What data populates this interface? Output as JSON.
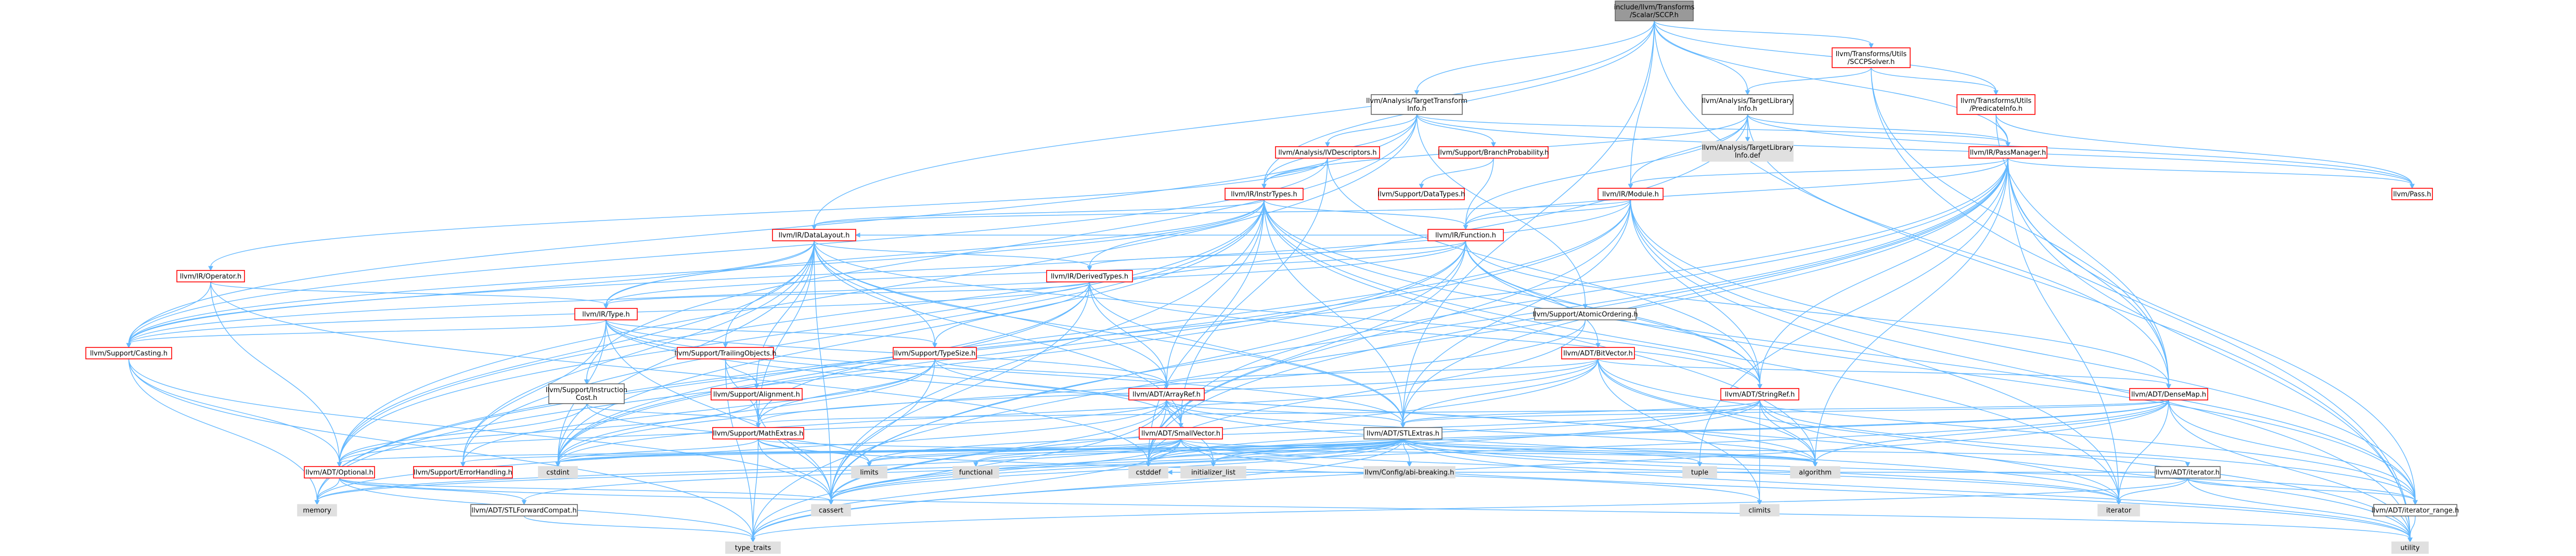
{
  "colors": {
    "root_fill": "#999999",
    "root_stroke": "#666666",
    "red_stroke": "#ff0000",
    "grey_stroke": "#666666",
    "normal_fill": "#ffffff",
    "system_fill": "#e0e0e0",
    "edge": "#63b8ff"
  },
  "nodes": {
    "root": {
      "lines": [
        "include/llvm/Transforms",
        "/Scalar/SCCP.h"
      ],
      "style": "root"
    },
    "sccpsolver": {
      "lines": [
        "llvm/Transforms/Utils",
        "/SCCPSolver.h"
      ],
      "style": "red"
    },
    "predicateinfo": {
      "lines": [
        "llvm/Transforms/Utils",
        "/PredicateInfo.h"
      ],
      "style": "red"
    },
    "tti": {
      "lines": [
        "llvm/Analysis/TargetTransform",
        "Info.h"
      ],
      "style": "grey"
    },
    "tli": {
      "lines": [
        "llvm/Analysis/TargetLibrary",
        "Info.h"
      ],
      "style": "grey"
    },
    "tlidef": {
      "lines": [
        "llvm/Analysis/TargetLibrary",
        "Info.def"
      ],
      "style": "system"
    },
    "ivdesc": {
      "lines": [
        "llvm/Analysis/IVDescriptors.h"
      ],
      "style": "red"
    },
    "branchprob": {
      "lines": [
        "llvm/Support/BranchProbability.h"
      ],
      "style": "red"
    },
    "passmanager": {
      "lines": [
        "llvm/IR/PassManager.h"
      ],
      "style": "red"
    },
    "pass": {
      "lines": [
        "llvm/Pass.h"
      ],
      "style": "red"
    },
    "instrtypes": {
      "lines": [
        "llvm/IR/InstrTypes.h"
      ],
      "style": "red"
    },
    "datatypes": {
      "lines": [
        "llvm/Support/DataTypes.h"
      ],
      "style": "red"
    },
    "module": {
      "lines": [
        "llvm/IR/Module.h"
      ],
      "style": "red"
    },
    "datalayout": {
      "lines": [
        "llvm/IR/DataLayout.h"
      ],
      "style": "red"
    },
    "function": {
      "lines": [
        "llvm/IR/Function.h"
      ],
      "style": "red"
    },
    "operator": {
      "lines": [
        "llvm/IR/Operator.h"
      ],
      "style": "red"
    },
    "derivedtypes": {
      "lines": [
        "llvm/IR/DerivedTypes.h"
      ],
      "style": "red"
    },
    "atomicordering": {
      "lines": [
        "llvm/Support/AtomicOrdering.h"
      ],
      "style": "grey"
    },
    "irtype": {
      "lines": [
        "llvm/IR/Type.h"
      ],
      "style": "red"
    },
    "casting": {
      "lines": [
        "llvm/Support/Casting.h"
      ],
      "style": "red"
    },
    "trailingobjects": {
      "lines": [
        "llvm/Support/TrailingObjects.h"
      ],
      "style": "red"
    },
    "typesize": {
      "lines": [
        "llvm/Support/TypeSize.h"
      ],
      "style": "red"
    },
    "bitvector": {
      "lines": [
        "llvm/ADT/BitVector.h"
      ],
      "style": "red"
    },
    "instrcost": {
      "lines": [
        "llvm/Support/Instruction",
        "Cost.h"
      ],
      "style": "grey"
    },
    "alignment": {
      "lines": [
        "llvm/Support/Alignment.h"
      ],
      "style": "red"
    },
    "arrayref": {
      "lines": [
        "llvm/ADT/ArrayRef.h"
      ],
      "style": "red"
    },
    "stringref": {
      "lines": [
        "llvm/ADT/StringRef.h"
      ],
      "style": "red"
    },
    "densemap": {
      "lines": [
        "llvm/ADT/DenseMap.h"
      ],
      "style": "red"
    },
    "smallvector": {
      "lines": [
        "llvm/ADT/SmallVector.h"
      ],
      "style": "red"
    },
    "stlextras": {
      "lines": [
        "llvm/ADT/STLExtras.h"
      ],
      "style": "grey"
    },
    "mathextras": {
      "lines": [
        "llvm/Support/MathExtras.h"
      ],
      "style": "red"
    },
    "optional": {
      "lines": [
        "llvm/ADT/Optional.h"
      ],
      "style": "red"
    },
    "errorhandling": {
      "lines": [
        "llvm/Support/ErrorHandling.h"
      ],
      "style": "red"
    },
    "iterator": {
      "lines": [
        "llvm/ADT/iterator.h"
      ],
      "style": "grey"
    },
    "iteratorrange": {
      "lines": [
        "llvm/ADT/iterator_range.h"
      ],
      "style": "grey"
    },
    "stlforward": {
      "lines": [
        "llvm/ADT/STLForwardCompat.h"
      ],
      "style": "grey"
    },
    "configabi": {
      "lines": [
        "llvm/Config/abi-breaking.h"
      ],
      "style": "system"
    },
    "cstdint": {
      "lines": [
        "cstdint"
      ],
      "style": "system"
    },
    "limits": {
      "lines": [
        "limits"
      ],
      "style": "system"
    },
    "functional": {
      "lines": [
        "functional"
      ],
      "style": "system"
    },
    "cstddef": {
      "lines": [
        "cstddef"
      ],
      "style": "system"
    },
    "initlist": {
      "lines": [
        "initializer_list"
      ],
      "style": "system"
    },
    "tuple": {
      "lines": [
        "tuple"
      ],
      "style": "system"
    },
    "algorithm": {
      "lines": [
        "algorithm"
      ],
      "style": "system"
    },
    "memory": {
      "lines": [
        "memory"
      ],
      "style": "system"
    },
    "cassert": {
      "lines": [
        "cassert"
      ],
      "style": "system"
    },
    "climits": {
      "lines": [
        "climits"
      ],
      "style": "system"
    },
    "iteratorsys": {
      "lines": [
        "iterator"
      ],
      "style": "system"
    },
    "typetraits": {
      "lines": [
        "type_traits"
      ],
      "style": "system"
    },
    "utility": {
      "lines": [
        "utility"
      ],
      "style": "system"
    }
  }
}
